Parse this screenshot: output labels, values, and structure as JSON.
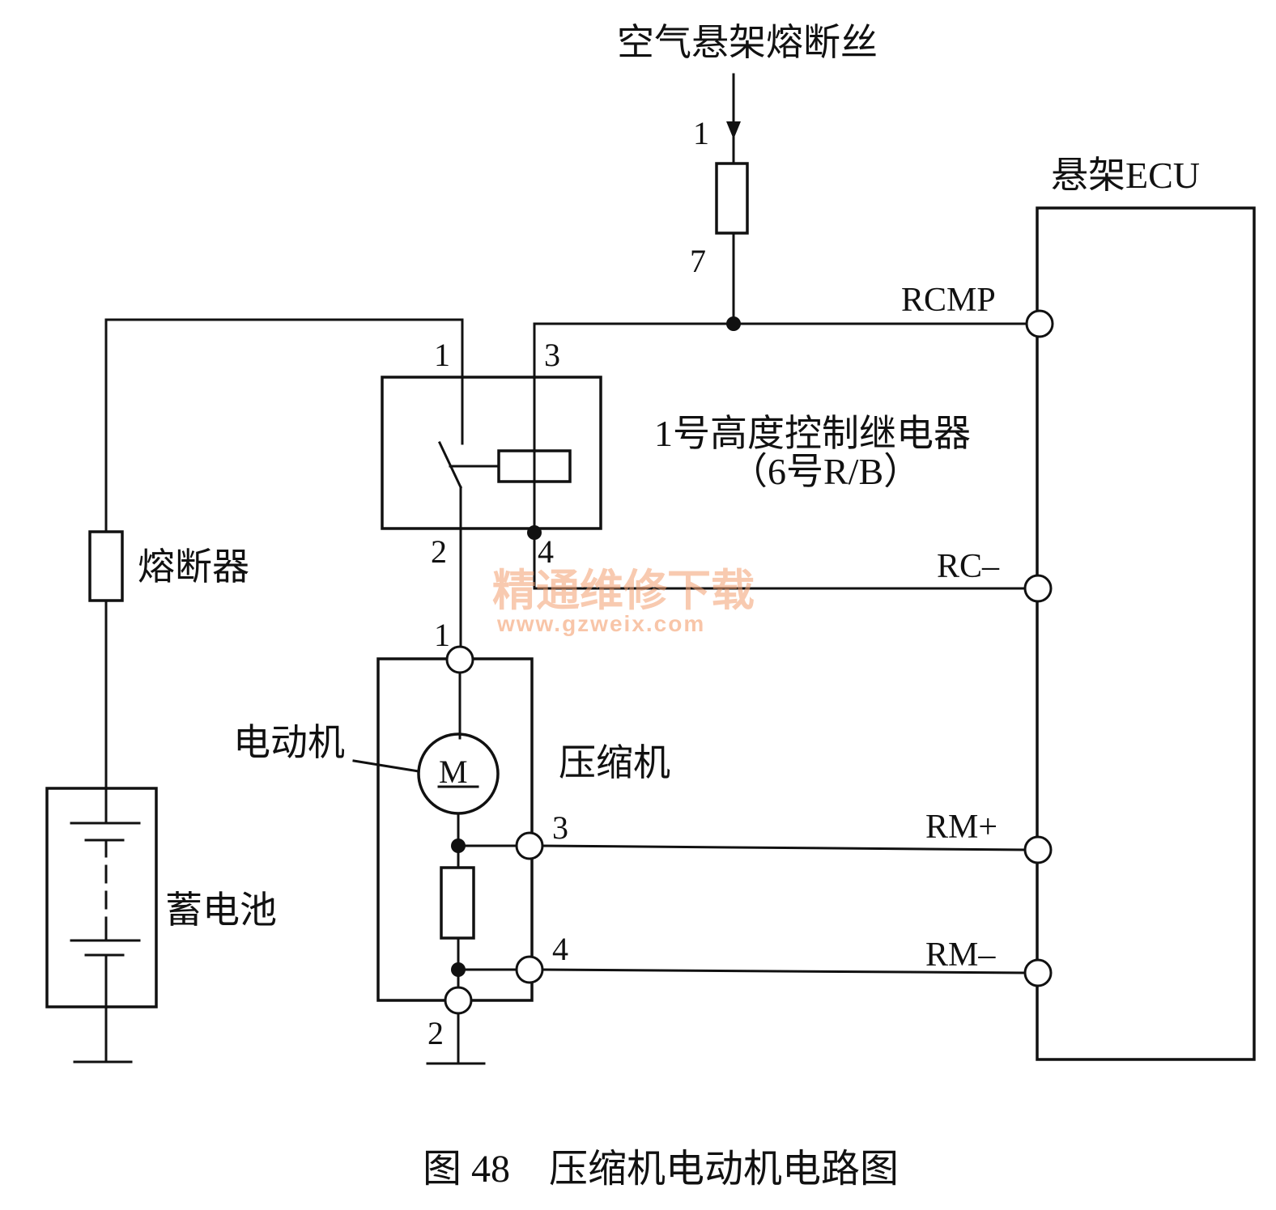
{
  "labels": {
    "air_fuse": "空气悬架熔断丝",
    "ecu": "悬架ECU",
    "relay_name": "1号高度控制继电器",
    "relay_location": "（6号R/B）",
    "fuse": "熔断器",
    "motor": "电动机",
    "motor_symbol": "M",
    "compressor": "压缩机",
    "battery": "蓄电池",
    "caption": "图 48　压缩机电动机电路图"
  },
  "signals": {
    "rcmp": "RCMP",
    "rc_minus": "RC–",
    "rm_plus": "RM+",
    "rm_minus": "RM–"
  },
  "pins": {
    "air_fuse_in": "1",
    "air_fuse_out": "7",
    "relay_1": "1",
    "relay_2": "2",
    "relay_3": "3",
    "relay_4": "4",
    "comp_1": "1",
    "comp_2": "2",
    "comp_3": "3",
    "comp_4": "4"
  },
  "watermark": {
    "title": "精通维修下载",
    "url": "www.gzweix.com",
    "color": "#f4a070"
  }
}
